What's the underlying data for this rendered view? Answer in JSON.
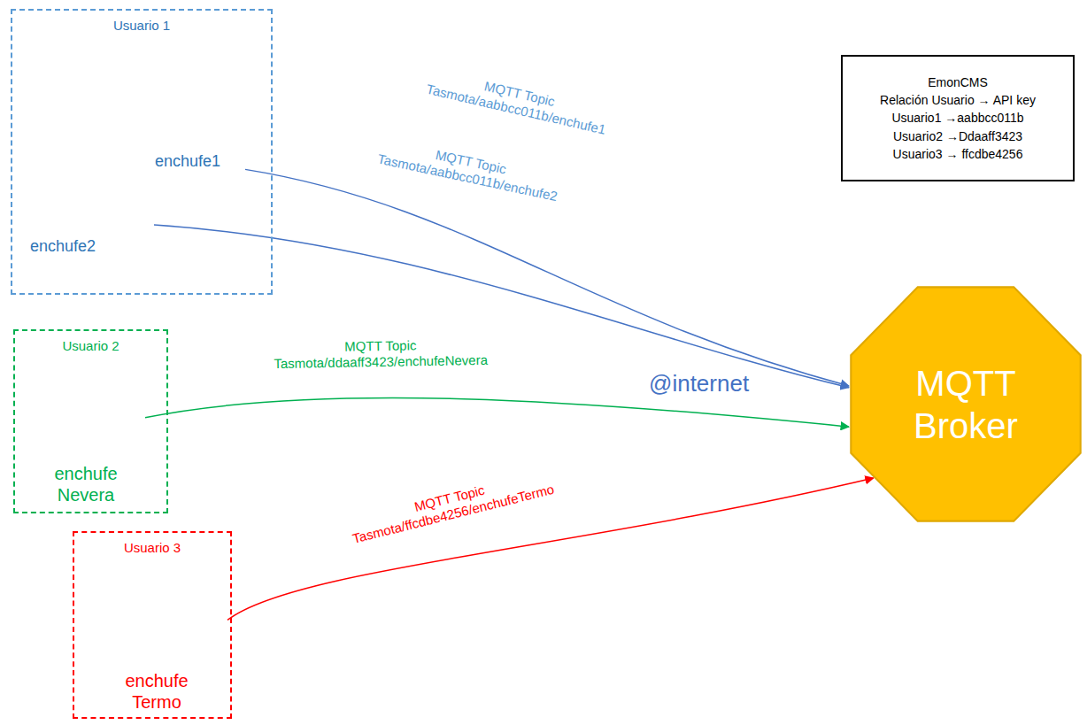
{
  "diagram": {
    "nodes": [
      {
        "text": [
          "Usuario 1"
        ]
      },
      {
        "text": [
          "enchufe1"
        ],
        "in": 0
      },
      {
        "text": [
          "enchufe2"
        ],
        "in": 0
      },
      {
        "text": [
          "Usuario 2"
        ]
      },
      {
        "text": [
          "enchufe Nevera"
        ],
        "in": 3
      },
      {
        "text": [
          "Usuario 3"
        ]
      },
      {
        "text": [
          "enchufe Termo"
        ],
        "in": 5
      },
      {
        "text": [
          "@internet"
        ]
      },
      {
        "text": [
          "MQTT Broker"
        ]
      },
      {
        "text": [
          "EmonCMS",
          "Relación Usuario → API key",
          "Usuario1 →aabbcc011b",
          "Usuario2 →Ddaaff3423",
          "Usuario3 → ffcdbe4256"
        ]
      }
    ],
    "edges": [
      {
        "from": 1,
        "to": 8,
        "arrow": "to",
        "label": "MQTT Topic Tasmota/aabbcc011b/enchufe1"
      },
      {
        "from": 2,
        "to": 8,
        "arrow": "to",
        "label": "MQTT Topic Tasmota/aabbcc011b/enchufe2"
      },
      {
        "from": 4,
        "to": 8,
        "arrow": "to",
        "label": "MQTT Topic Tasmota/ddaaff3423/enchufeNevera"
      },
      {
        "from": 6,
        "to": 8,
        "arrow": "to",
        "label": "MQTT Topic Tasmota/ffcdbe4256/enchufeTermo"
      }
    ]
  }
}
